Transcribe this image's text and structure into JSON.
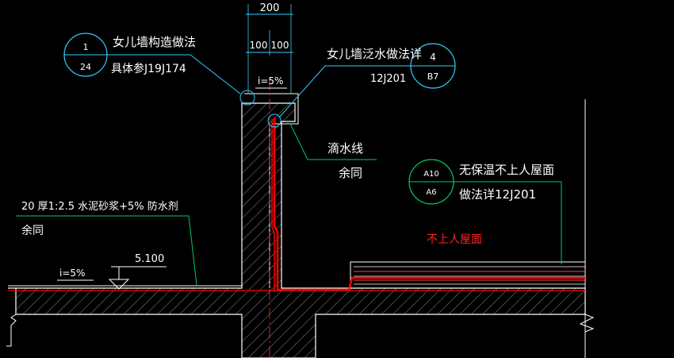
{
  "colors": {
    "background": "#000000",
    "concrete": "#ffffff",
    "hatch": "#8a8a8a",
    "dimension": "#33ccff",
    "leader": "#00cc66",
    "waterproof": "#ff0000",
    "centerline": "#ff3333",
    "text": "#ffffff",
    "text_red": "#ff2222"
  },
  "dimensions": {
    "total": "200",
    "left": "100",
    "right": "100"
  },
  "callouts": {
    "parapet_construction": {
      "title": "女儿墙构造做法",
      "detail_number": "1",
      "sheet_number": "24",
      "reference": "具体参J19J174"
    },
    "parapet_flashing": {
      "title": "女儿墙泛水做法详",
      "detail_number": "4",
      "sheet_number": "B7",
      "reference": "12J201"
    },
    "roof": {
      "title": "无保温不上人屋面",
      "detail_number": "A10",
      "sheet_number": "A6",
      "reference": "做法详12J201"
    }
  },
  "labels": {
    "top_slope": "i=5%",
    "drip": "滴水线",
    "drip_same": "余同",
    "mortar": "20 厚1:2.5   水泥砂浆+5% 防水剂",
    "mortar_same": "余同",
    "left_slope": "i=5%",
    "elevation": "5.100",
    "roof_type": "不上人屋面"
  }
}
